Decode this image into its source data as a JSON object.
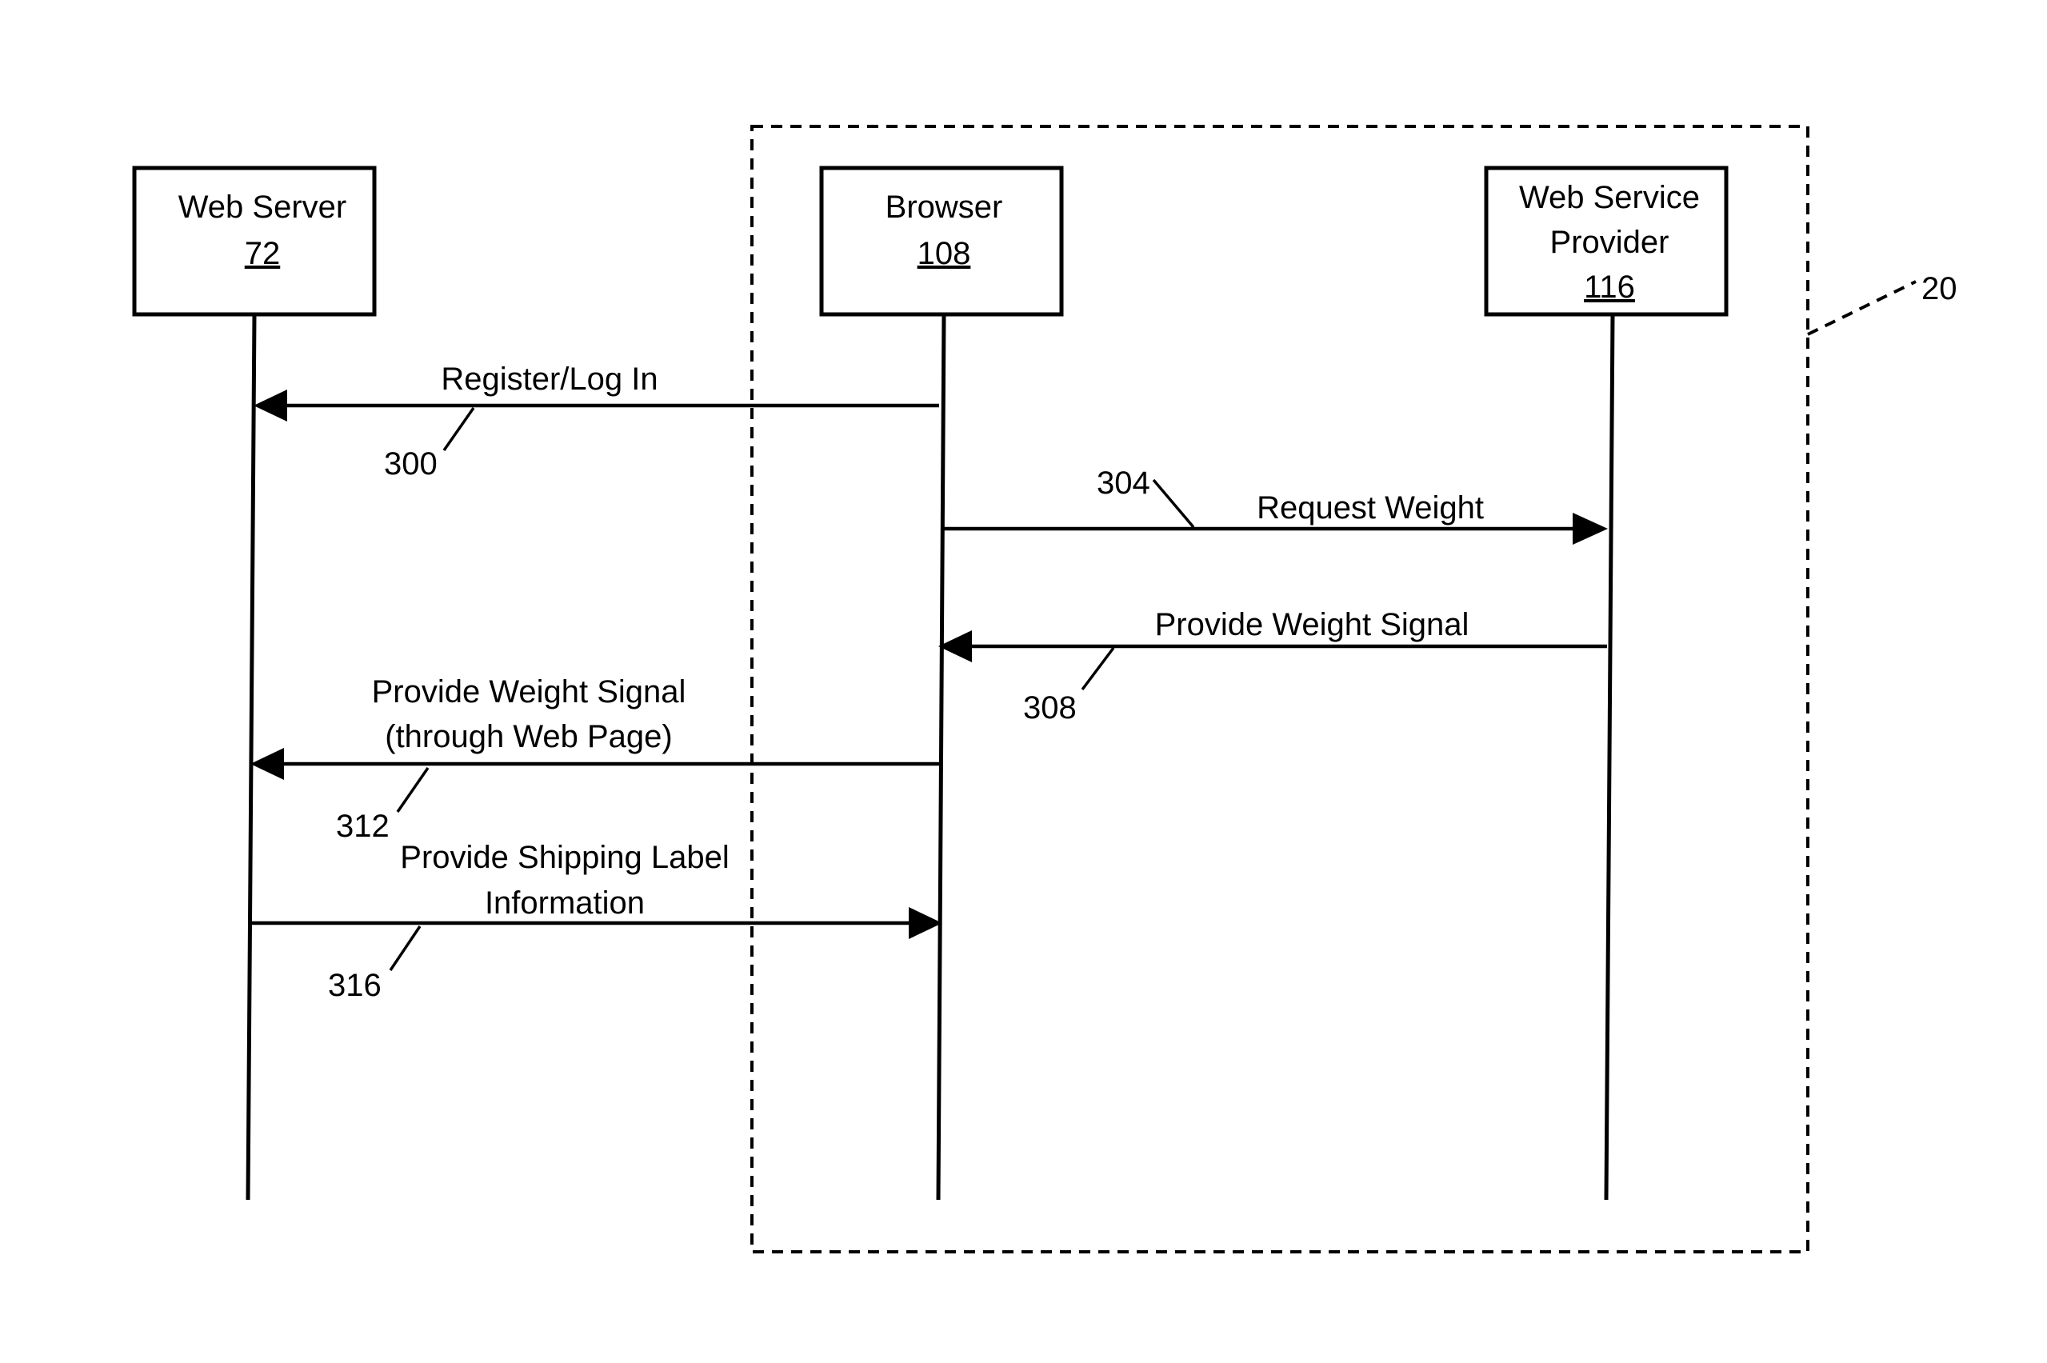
{
  "participants": [
    {
      "name": "Web Server",
      "ref": "72"
    },
    {
      "name": "Browser",
      "ref": "108"
    },
    {
      "name_line1": "Web Service",
      "name_line2": "Provider",
      "ref": "116"
    }
  ],
  "system_boundary": {
    "ref": "20"
  },
  "messages": [
    {
      "ref": "300",
      "label": "Register/Log In"
    },
    {
      "ref": "304",
      "label": "Request Weight"
    },
    {
      "ref": "308",
      "label": "Provide Weight Signal"
    },
    {
      "ref": "312",
      "label_line1": "Provide Weight Signal",
      "label_line2": "(through Web Page)"
    },
    {
      "ref": "316",
      "label_line1": "Provide Shipping Label",
      "label_line2": "Information"
    }
  ]
}
